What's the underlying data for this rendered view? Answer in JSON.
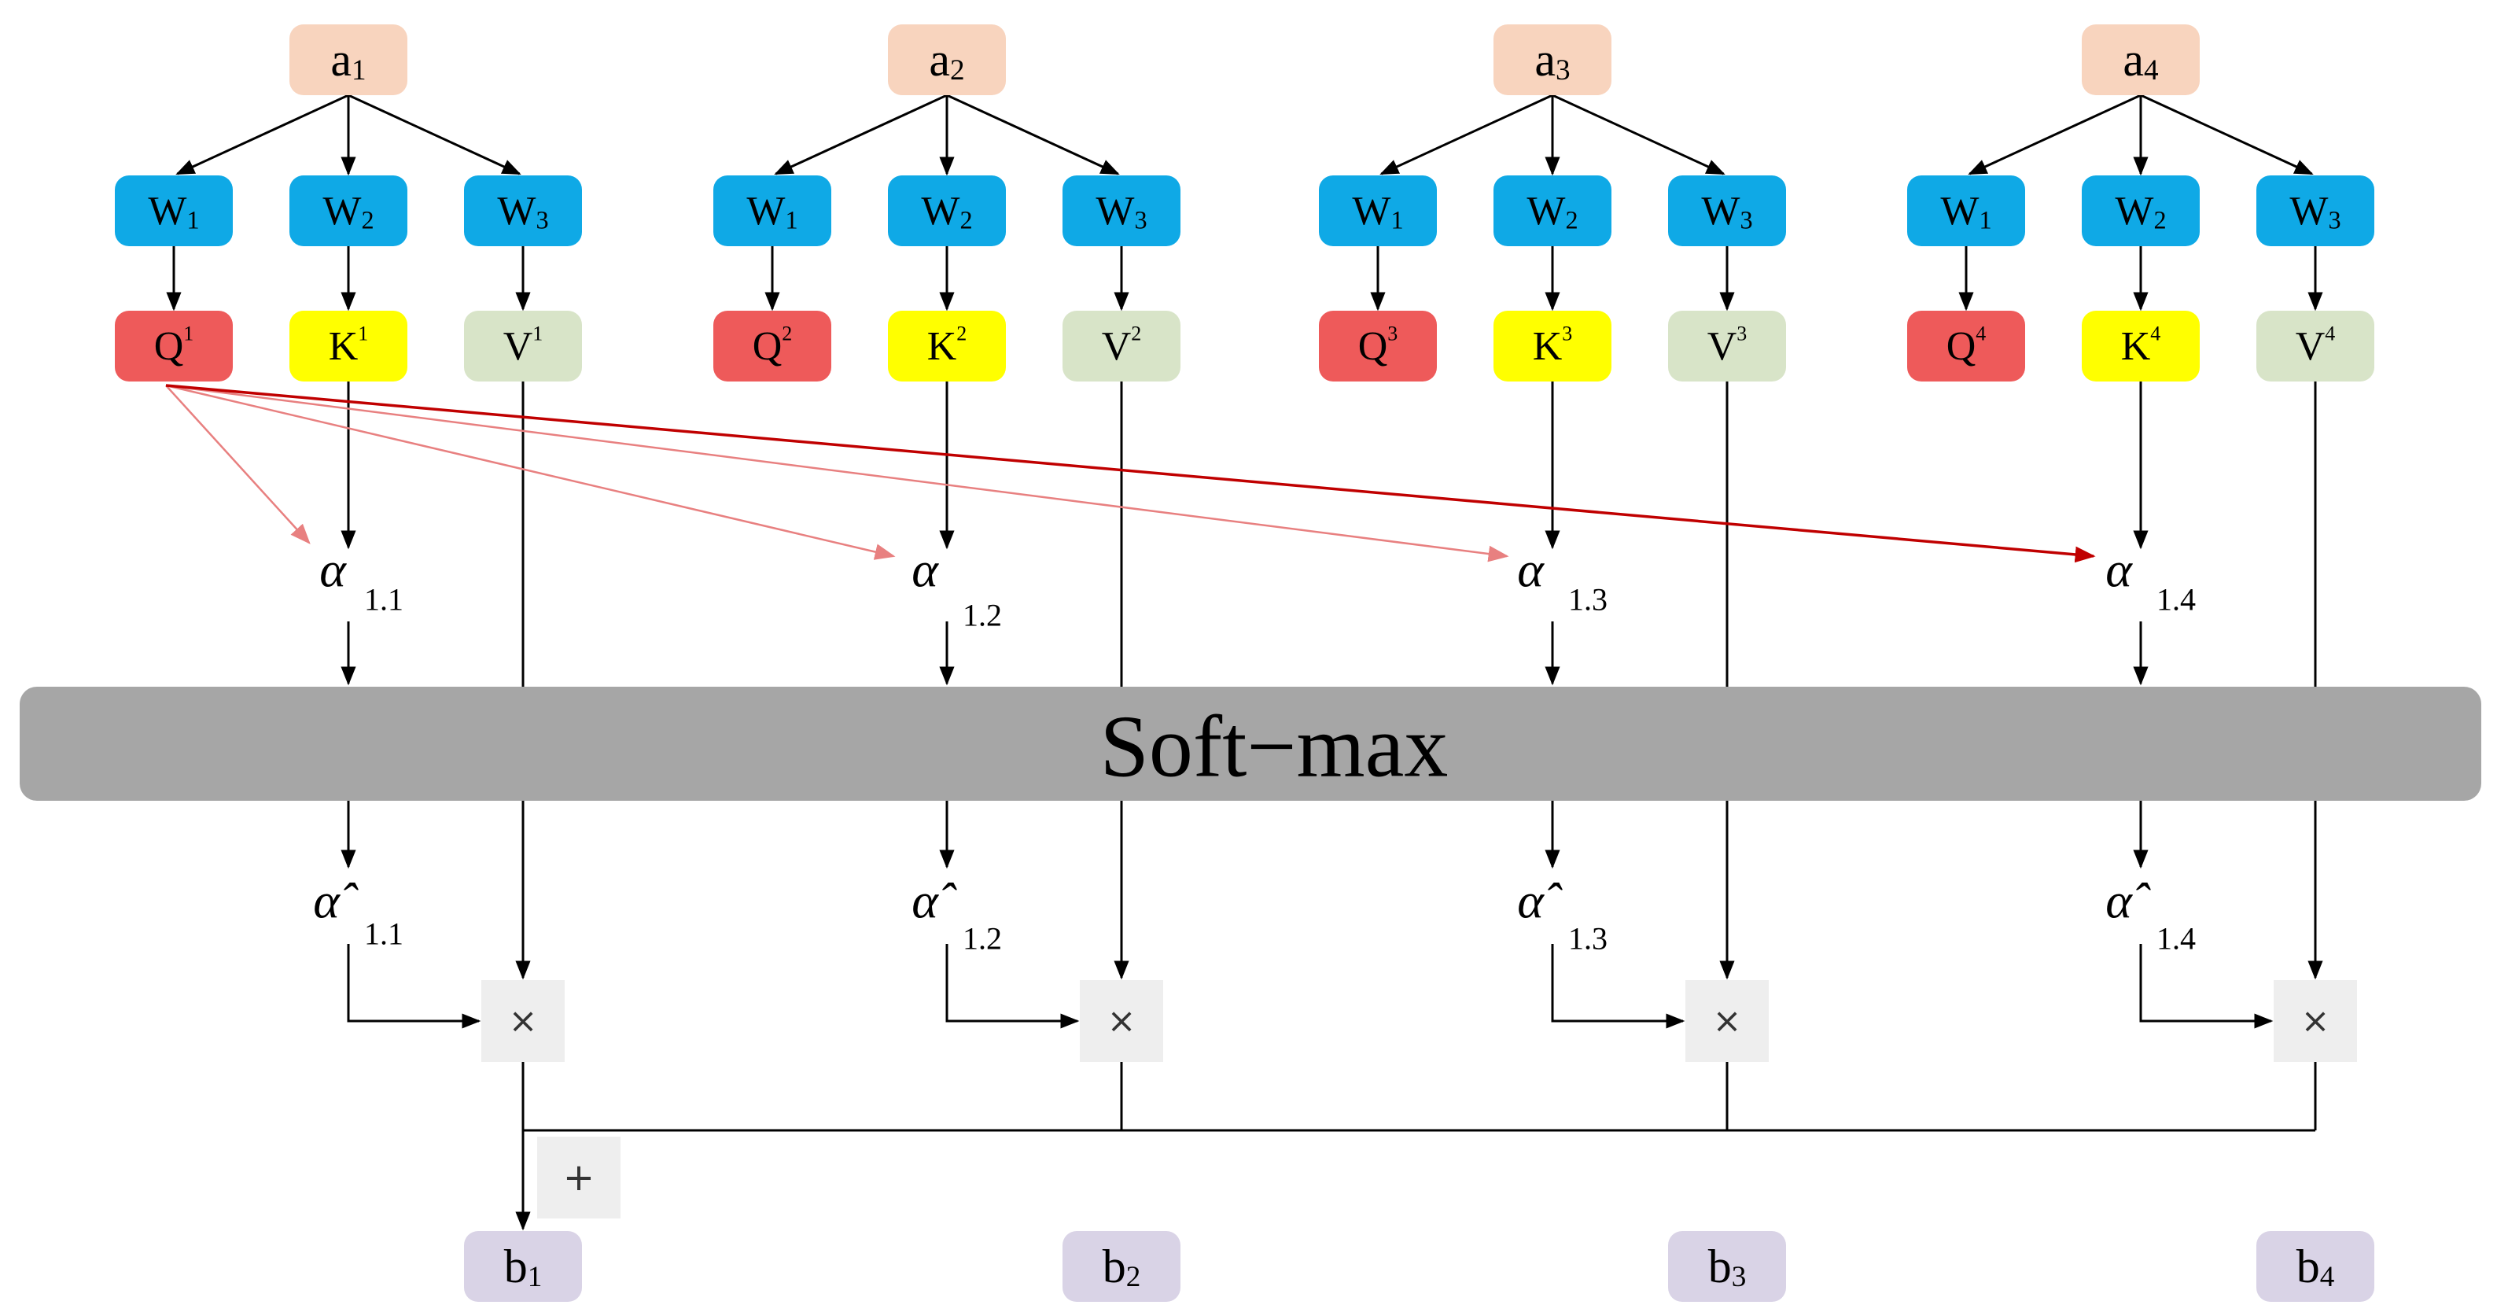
{
  "colors": {
    "input": "#F8D4BE",
    "weight": "#0FA9E6",
    "query": "#EE5A5A",
    "key": "#FFFF00",
    "value": "#D8E4C8",
    "output": "#D9D3E6",
    "softmax": "#A6A6A6",
    "op": "#EEEEEE",
    "query_arrow": "#C00000",
    "line": "#000000"
  },
  "columns": [
    {
      "input": {
        "base": "a",
        "sub": "1"
      },
      "weights": [
        {
          "base": "W",
          "sub": "1"
        },
        {
          "base": "W",
          "sub": "2"
        },
        {
          "base": "W",
          "sub": "3"
        }
      ],
      "q": {
        "base": "Q",
        "sup": "1"
      },
      "k": {
        "base": "K",
        "sup": "1"
      },
      "v": {
        "base": "V",
        "sup": "1"
      },
      "alpha": {
        "sym": "α",
        "sub": "1.1"
      },
      "alpha_hat": {
        "sym": "α̂",
        "sub": "1.1"
      },
      "output": {
        "base": "b",
        "sub": "1"
      }
    },
    {
      "input": {
        "base": "a",
        "sub": "2"
      },
      "weights": [
        {
          "base": "W",
          "sub": "1"
        },
        {
          "base": "W",
          "sub": "2"
        },
        {
          "base": "W",
          "sub": "3"
        }
      ],
      "q": {
        "base": "Q",
        "sup": "2"
      },
      "k": {
        "base": "K",
        "sup": "2"
      },
      "v": {
        "base": "V",
        "sup": "2"
      },
      "alpha": {
        "sym": "α",
        "sub": "1.2"
      },
      "alpha_hat": {
        "sym": "α̂",
        "sub": "1.2"
      },
      "output": {
        "base": "b",
        "sub": "2"
      }
    },
    {
      "input": {
        "base": "a",
        "sub": "3"
      },
      "weights": [
        {
          "base": "W",
          "sub": "1"
        },
        {
          "base": "W",
          "sub": "2"
        },
        {
          "base": "W",
          "sub": "3"
        }
      ],
      "q": {
        "base": "Q",
        "sup": "3"
      },
      "k": {
        "base": "K",
        "sup": "3"
      },
      "v": {
        "base": "V",
        "sup": "3"
      },
      "alpha": {
        "sym": "α",
        "sub": "1.3"
      },
      "alpha_hat": {
        "sym": "α̂",
        "sub": "1.3"
      },
      "output": {
        "base": "b",
        "sub": "3"
      }
    },
    {
      "input": {
        "base": "a",
        "sub": "4"
      },
      "weights": [
        {
          "base": "W",
          "sub": "1"
        },
        {
          "base": "W",
          "sub": "2"
        },
        {
          "base": "W",
          "sub": "3"
        }
      ],
      "q": {
        "base": "Q",
        "sup": "4"
      },
      "k": {
        "base": "K",
        "sup": "4"
      },
      "v": {
        "base": "V",
        "sup": "4"
      },
      "alpha": {
        "sym": "α",
        "sub": "1.4"
      },
      "alpha_hat": {
        "sym": "α̂",
        "sub": "1.4"
      },
      "output": {
        "base": "b",
        "sub": "4"
      }
    }
  ],
  "softmax_label": "Soft−max",
  "multiply_symbol": "×",
  "sum_symbol": "+"
}
